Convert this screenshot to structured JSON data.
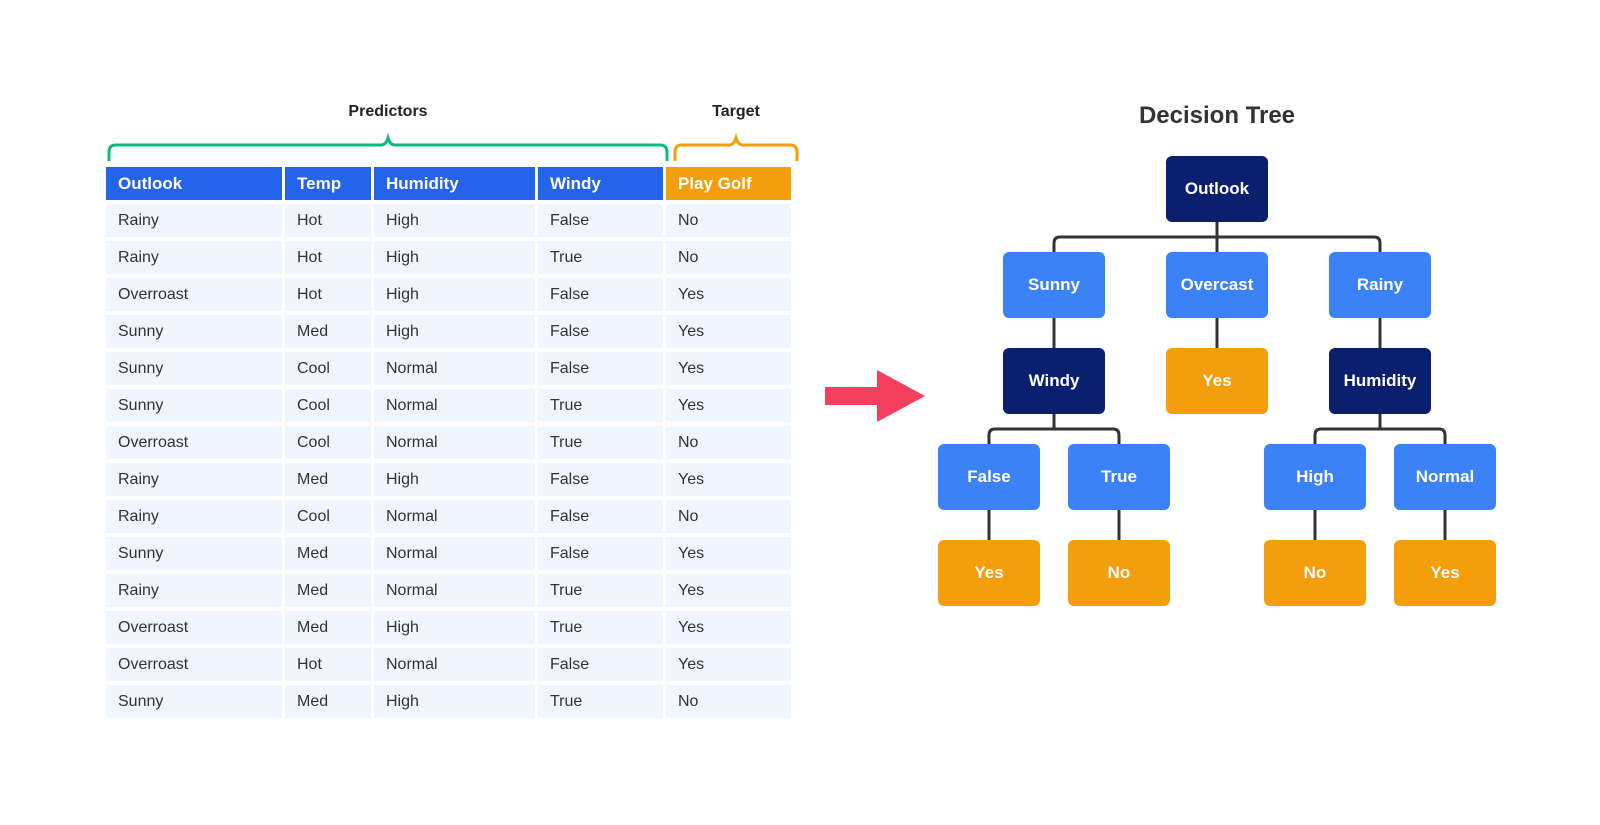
{
  "groups": {
    "predictors": "Predictors",
    "target": "Target"
  },
  "table": {
    "headers": [
      "Outlook",
      "Temp",
      "Humidity",
      "Windy",
      "Play Golf"
    ],
    "rows": [
      [
        "Rainy",
        "Hot",
        "High",
        "False",
        "No"
      ],
      [
        "Rainy",
        "Hot",
        "High",
        "True",
        "No"
      ],
      [
        "Overroast",
        "Hot",
        "High",
        "False",
        "Yes"
      ],
      [
        "Sunny",
        "Med",
        "High",
        "False",
        "Yes"
      ],
      [
        "Sunny",
        "Cool",
        "Normal",
        "False",
        "Yes"
      ],
      [
        "Sunny",
        "Cool",
        "Normal",
        "True",
        "Yes"
      ],
      [
        "Overroast",
        "Cool",
        "Normal",
        "True",
        "No"
      ],
      [
        "Rainy",
        "Med",
        "High",
        "False",
        "Yes"
      ],
      [
        "Rainy",
        "Cool",
        "Normal",
        "False",
        "No"
      ],
      [
        "Sunny",
        "Med",
        "Normal",
        "False",
        "Yes"
      ],
      [
        "Rainy",
        "Med",
        "Normal",
        "True",
        "Yes"
      ],
      [
        "Overroast",
        "Med",
        "High",
        "True",
        "Yes"
      ],
      [
        "Overroast",
        "Hot",
        "Normal",
        "False",
        "Yes"
      ],
      [
        "Sunny",
        "Med",
        "High",
        "True",
        "No"
      ]
    ]
  },
  "tree": {
    "title": "Decision Tree",
    "nodes": [
      {
        "id": "outlook",
        "label": "Outlook",
        "kind": "decision"
      },
      {
        "id": "sunny",
        "label": "Sunny",
        "kind": "branch",
        "parent": "outlook"
      },
      {
        "id": "overcast",
        "label": "Overcast",
        "kind": "branch",
        "parent": "outlook"
      },
      {
        "id": "rainy",
        "label": "Rainy",
        "kind": "branch",
        "parent": "outlook"
      },
      {
        "id": "windy",
        "label": "Windy",
        "kind": "decision",
        "parent": "sunny"
      },
      {
        "id": "overcast-yes",
        "label": "Yes",
        "kind": "leaf",
        "parent": "overcast"
      },
      {
        "id": "humidity",
        "label": "Humidity",
        "kind": "decision",
        "parent": "rainy"
      },
      {
        "id": "false",
        "label": "False",
        "kind": "branch",
        "parent": "windy"
      },
      {
        "id": "true",
        "label": "True",
        "kind": "branch",
        "parent": "windy"
      },
      {
        "id": "high",
        "label": "High",
        "kind": "branch",
        "parent": "humidity"
      },
      {
        "id": "normal",
        "label": "Normal",
        "kind": "branch",
        "parent": "humidity"
      },
      {
        "id": "false-yes",
        "label": "Yes",
        "kind": "leaf",
        "parent": "false"
      },
      {
        "id": "true-no",
        "label": "No",
        "kind": "leaf",
        "parent": "true"
      },
      {
        "id": "high-no",
        "label": "No",
        "kind": "leaf",
        "parent": "high"
      },
      {
        "id": "normal-yes",
        "label": "Yes",
        "kind": "leaf",
        "parent": "normal"
      }
    ]
  },
  "colors": {
    "header_blue": "#2563eb",
    "target_orange": "#f59e0b",
    "predictors_green": "#10b981",
    "row_bg": "#eff6ff",
    "decision_navy": "#0a1f6e",
    "branch_blue": "#3b82f6",
    "leaf_orange": "#f59e0b",
    "arrow_pink": "#f43f5e",
    "connector": "#333333"
  },
  "icons": {
    "arrow": "right-arrow-icon"
  }
}
